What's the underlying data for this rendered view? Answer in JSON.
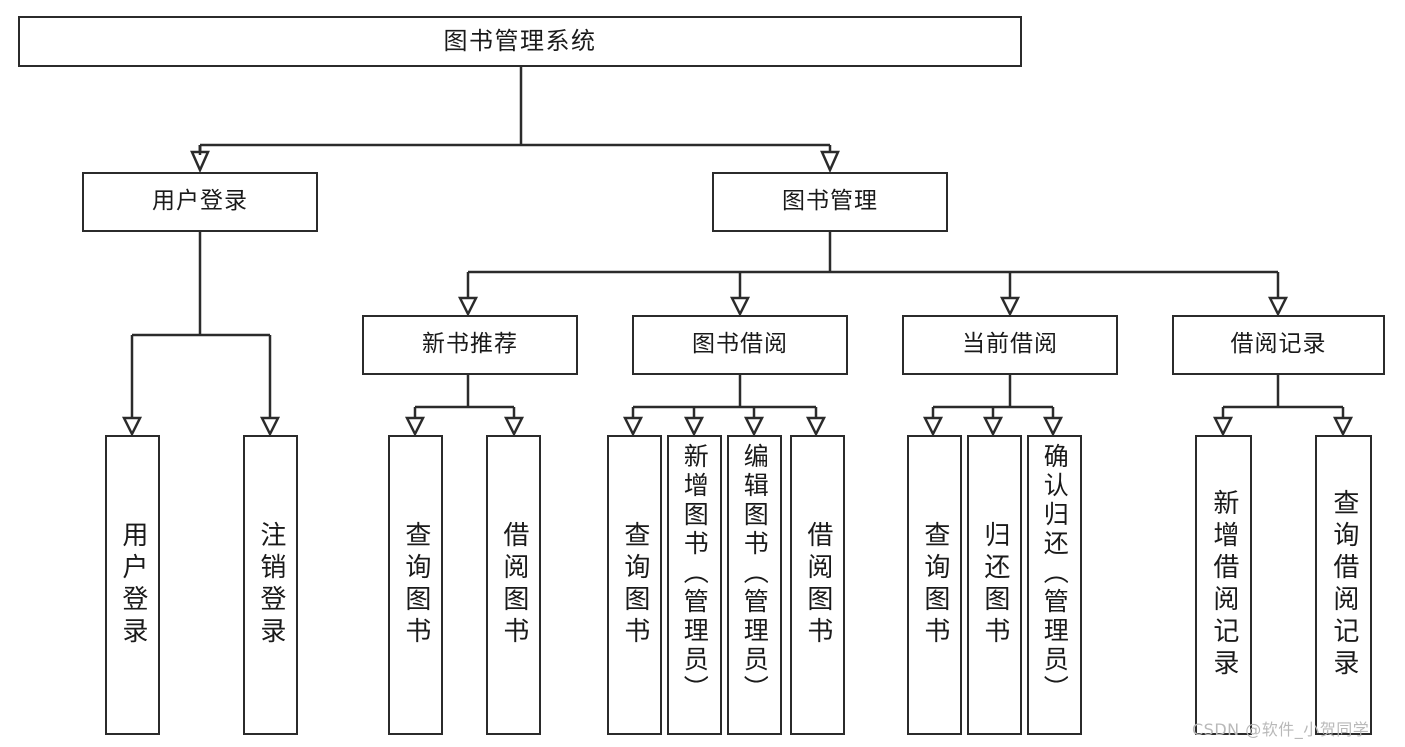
{
  "diagram": {
    "title": "图书管理系统",
    "type": "tree",
    "watermark": "CSDN @软件_小贺同学",
    "root": {
      "label": "图书管理系统"
    },
    "level1": [
      {
        "label": "用户登录"
      },
      {
        "label": "图书管理"
      }
    ],
    "level2": [
      {
        "label": "新书推荐"
      },
      {
        "label": "图书借阅"
      },
      {
        "label": "当前借阅"
      },
      {
        "label": "借阅记录"
      }
    ],
    "leaves": {
      "user_login": [
        {
          "label": "用户登录"
        },
        {
          "label": "注销登录"
        }
      ],
      "new_book": [
        {
          "label": "查询图书"
        },
        {
          "label": "借阅图书"
        }
      ],
      "book_borrow": [
        {
          "label": "查询图书"
        },
        {
          "label": "新增图书（管理员）"
        },
        {
          "label": "编辑图书（管理员）"
        },
        {
          "label": "借阅图书"
        }
      ],
      "current_borrow": [
        {
          "label": "查询图书"
        },
        {
          "label": "归还图书"
        },
        {
          "label": "确认归还（管理员）"
        }
      ],
      "borrow_record": [
        {
          "label": "新增借阅记录"
        },
        {
          "label": "查询借阅记录"
        }
      ]
    },
    "colors": {
      "stroke": "#2b2b2b",
      "fill": "#ffffff",
      "text": "#1a1a1a",
      "watermark": "#b9b9b9"
    }
  }
}
